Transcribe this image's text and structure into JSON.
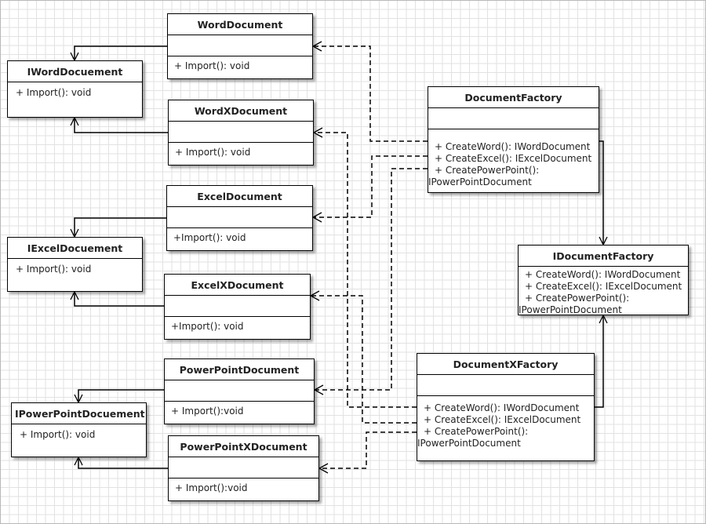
{
  "interfaces": [
    {
      "id": "iword",
      "name": "IWordDocuement",
      "methods": [
        "+ Import(): void"
      ]
    },
    {
      "id": "iexcel",
      "name": "IExcelDocuement",
      "methods": [
        "+ Import(): void"
      ]
    },
    {
      "id": "ippt",
      "name": "IPowerPointDocuement",
      "methods": [
        "+ Import(): void"
      ]
    }
  ],
  "classes": [
    {
      "id": "word",
      "name": "WordDocument",
      "methods": [
        "+ Import(): void"
      ]
    },
    {
      "id": "wordx",
      "name": "WordXDocument",
      "methods": [
        "+ Import(): void"
      ]
    },
    {
      "id": "excel",
      "name": "ExcelDocument",
      "methods": [
        "+Import(): void"
      ]
    },
    {
      "id": "excelx",
      "name": "ExcelXDocument",
      "methods": [
        "+Import(): void"
      ]
    },
    {
      "id": "ppt",
      "name": "PowerPointDocument",
      "methods": [
        "+ Import():void"
      ]
    },
    {
      "id": "pptx",
      "name": "PowerPointXDocument",
      "methods": [
        "+ Import():void"
      ]
    },
    {
      "id": "factory",
      "name": "DocumentFactory",
      "methods": [
        "+ CreateWord(): IWordDocument",
        "+ CreateExcel(): IExcelDocument",
        "+ CreatePowerPoint():",
        "IPowerPointDocument"
      ]
    },
    {
      "id": "xfactory",
      "name": "DocumentXFactory",
      "methods": [
        "+ CreateWord(): IWordDocument",
        "+ CreateExcel(): IExcelDocument",
        "+ CreatePowerPoint():",
        "IPowerPointDocument"
      ]
    }
  ],
  "factory_interface": {
    "id": "ifactory",
    "name": "IDocumentFactory",
    "methods": [
      "+ CreateWord(): IWordDocument",
      "+ CreateExcel(): IExcelDocument",
      "+ CreatePowerPoint():",
      "IPowerPointDocument"
    ]
  },
  "relations": [
    {
      "type": "realization",
      "from": "word",
      "to": "iword"
    },
    {
      "type": "realization",
      "from": "wordx",
      "to": "iword"
    },
    {
      "type": "realization",
      "from": "excel",
      "to": "iexcel"
    },
    {
      "type": "realization",
      "from": "excelx",
      "to": "iexcel"
    },
    {
      "type": "realization",
      "from": "ppt",
      "to": "ippt"
    },
    {
      "type": "realization",
      "from": "pptx",
      "to": "ippt"
    },
    {
      "type": "realization",
      "from": "factory",
      "to": "ifactory"
    },
    {
      "type": "realization",
      "from": "xfactory",
      "to": "ifactory"
    },
    {
      "type": "dependency",
      "from": "factory",
      "to": "word"
    },
    {
      "type": "dependency",
      "from": "factory",
      "to": "excel"
    },
    {
      "type": "dependency",
      "from": "factory",
      "to": "ppt"
    },
    {
      "type": "dependency",
      "from": "xfactory",
      "to": "wordx"
    },
    {
      "type": "dependency",
      "from": "xfactory",
      "to": "excelx"
    },
    {
      "type": "dependency",
      "from": "xfactory",
      "to": "pptx"
    }
  ],
  "colors": {
    "background": "#ffffff",
    "grid": "#e2e2e2",
    "line": "#000000"
  }
}
